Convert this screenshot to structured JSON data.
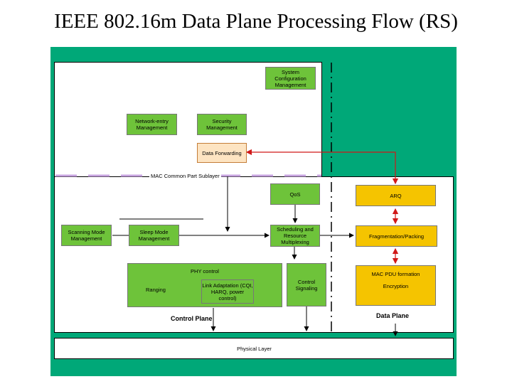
{
  "title": "IEEE 802.16m Data Plane Processing Flow (RS)",
  "colors": {
    "background_green": "#00a878",
    "block_green": "#6ec33a",
    "block_yellow": "#f5c400",
    "block_orange": "#fde4c2",
    "arrow_red": "#d01818",
    "sublayer_line": "#c8a4e0"
  },
  "blocks": {
    "system_config": "System Configuration Management",
    "network_entry": "Network-entry Management",
    "security": "Security Management",
    "data_forwarding": "Data Forwarding",
    "qos": "QoS",
    "arq": "ARQ",
    "scanning": "Scanning Mode Management",
    "sleep": "Sleep Mode Management",
    "scheduling": "Scheduling and Resource Multiplexing",
    "fragmentation": "Fragmentation/Packing",
    "phy_control": "PHY control",
    "ranging": "Ranging",
    "link_adaptation": "Link Adaptation (CQI, HARQ, power control)",
    "control_signaling": "Control Signaling",
    "mac_pdu": "MAC PDU formation",
    "encryption": "Encryption",
    "physical_layer": "Physical Layer"
  },
  "labels": {
    "mac_cps": "MAC Common Part Sublayer",
    "control_plane": "Control Plane",
    "data_plane": "Data Plane"
  }
}
